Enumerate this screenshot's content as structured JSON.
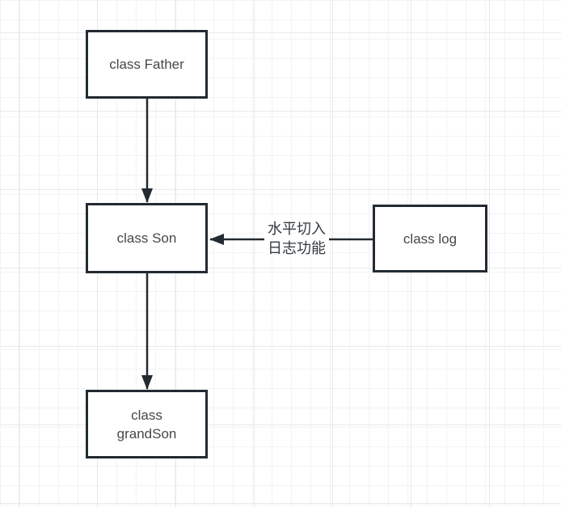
{
  "colors": {
    "line": "#232a32",
    "node_border": "#232a32",
    "node_bg": "#ffffff",
    "node_text": "#474747",
    "label_text": "#333a42",
    "grid_minor": "#f3f3f3",
    "grid_major": "#e9e9e9",
    "canvas_bg": "#ffffff"
  },
  "diagram": {
    "type": "flowchart",
    "nodes": {
      "father": {
        "label": "class Father"
      },
      "son": {
        "label": "class Son"
      },
      "log": {
        "label": "class log"
      },
      "grandson": {
        "label": "class grandSon"
      }
    },
    "edges": {
      "father_to_son": {
        "from": "father",
        "to": "son",
        "direction": "down",
        "label_lines": []
      },
      "son_to_grandson": {
        "from": "son",
        "to": "grandson",
        "direction": "down",
        "label_lines": []
      },
      "log_to_son": {
        "from": "log",
        "to": "son",
        "direction": "left",
        "label_lines": [
          "水平切入",
          "日志功能"
        ]
      }
    }
  }
}
